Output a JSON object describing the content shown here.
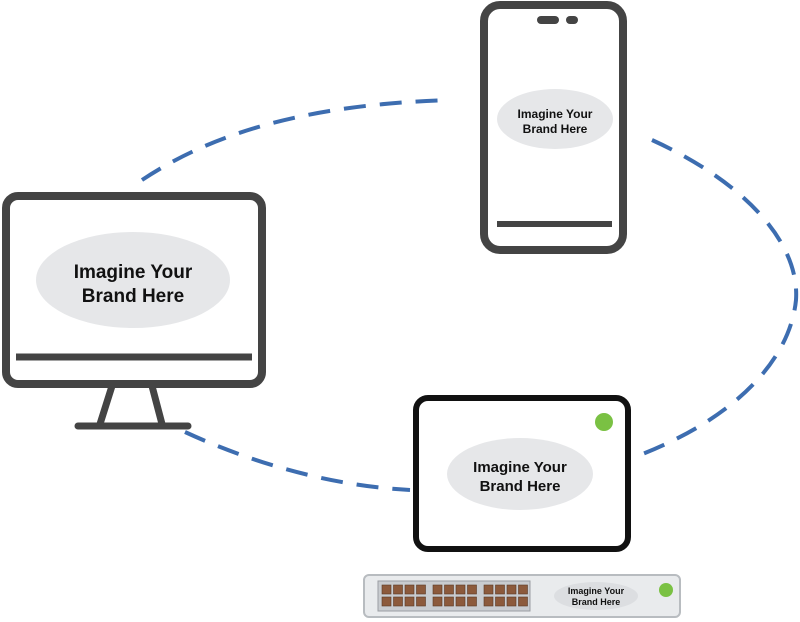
{
  "colors": {
    "device_outline": "#444444",
    "tablet_outline": "#111111",
    "connection_dash": "#3d6db0",
    "brand_oval": "#e6e7e9",
    "status_light": "#7ac143",
    "switch_body": "#e9ebed",
    "switch_port": "#8c5a3c"
  },
  "icons": {
    "monitor": "desktop-monitor-icon",
    "phone": "smartphone-icon",
    "tablet": "tablet-icon",
    "switch": "network-switch-icon"
  },
  "monitor": {
    "brand_line1": "Imagine Your",
    "brand_line2": "Brand Here"
  },
  "phone": {
    "brand_line1": "Imagine Your",
    "brand_line2": "Brand Here"
  },
  "tablet": {
    "brand_line1": "Imagine Your",
    "brand_line2": "Brand Here"
  },
  "switch": {
    "brand_line1": "Imagine Your",
    "brand_line2": "Brand Here",
    "port_count": 24
  }
}
